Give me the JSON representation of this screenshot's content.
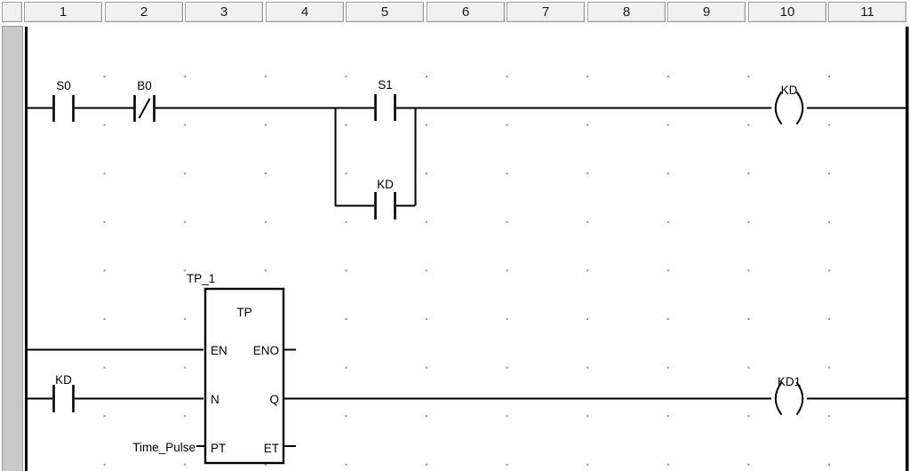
{
  "header": {
    "columns": [
      "1",
      "2",
      "3",
      "4",
      "5",
      "6",
      "7",
      "8",
      "9",
      "10",
      "11"
    ]
  },
  "rung1": {
    "contact_s0": "S0",
    "contact_b0": "B0",
    "contact_s1": "S1",
    "contact_kd_parallel": "KD",
    "coil_kd": "KD"
  },
  "rung2": {
    "contact_kd": "KD",
    "block_instance": "TP_1",
    "block_type": "TP",
    "pin_en": "EN",
    "pin_eno": "ENO",
    "pin_in": "N",
    "pin_q": "Q",
    "pin_pt": "PT",
    "pin_et": "ET",
    "pt_operand": "Time_Pulse",
    "coil_kd1": "KD1"
  },
  "colors": {
    "wire": "#000000",
    "grid_dot": "#8f8f8f",
    "margin_bg": "#c8c8c8",
    "header_bg": "#f1f1f1"
  }
}
